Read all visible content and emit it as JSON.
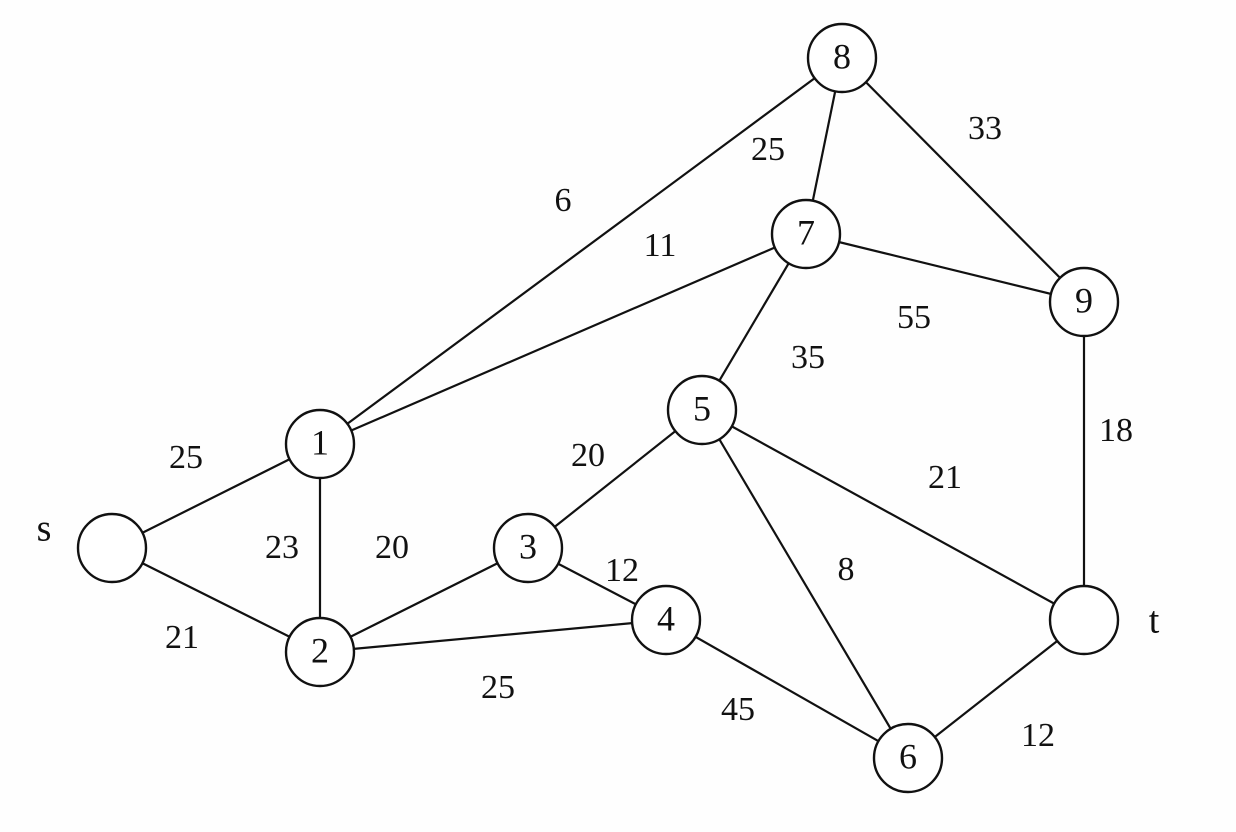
{
  "nodes": [
    {
      "id": "s",
      "label": "",
      "side_label": "s"
    },
    {
      "id": "1",
      "label": "1"
    },
    {
      "id": "2",
      "label": "2"
    },
    {
      "id": "3",
      "label": "3"
    },
    {
      "id": "4",
      "label": "4"
    },
    {
      "id": "5",
      "label": "5"
    },
    {
      "id": "6",
      "label": "6"
    },
    {
      "id": "7",
      "label": "7"
    },
    {
      "id": "8",
      "label": "8"
    },
    {
      "id": "9",
      "label": "9"
    },
    {
      "id": "t",
      "label": "",
      "side_label": "t"
    }
  ],
  "edges": [
    {
      "from": "s",
      "to": "1",
      "weight": "25"
    },
    {
      "from": "s",
      "to": "2",
      "weight": "21"
    },
    {
      "from": "1",
      "to": "2",
      "weight": "23"
    },
    {
      "from": "1",
      "to": "8",
      "weight": "6"
    },
    {
      "from": "1",
      "to": "7",
      "weight": "11"
    },
    {
      "from": "2",
      "to": "3",
      "weight": "20"
    },
    {
      "from": "2",
      "to": "4",
      "weight": "25"
    },
    {
      "from": "3",
      "to": "4",
      "weight": "12"
    },
    {
      "from": "3",
      "to": "5",
      "weight": "20"
    },
    {
      "from": "4",
      "to": "6",
      "weight": "45"
    },
    {
      "from": "5",
      "to": "7",
      "weight": "35"
    },
    {
      "from": "5",
      "to": "6",
      "weight": "8"
    },
    {
      "from": "5",
      "to": "t",
      "weight": "21"
    },
    {
      "from": "7",
      "to": "8",
      "weight": "25"
    },
    {
      "from": "7",
      "to": "9",
      "weight": "55"
    },
    {
      "from": "8",
      "to": "9",
      "weight": "33"
    },
    {
      "from": "9",
      "to": "t",
      "weight": "18"
    },
    {
      "from": "6",
      "to": "t",
      "weight": "12"
    }
  ]
}
